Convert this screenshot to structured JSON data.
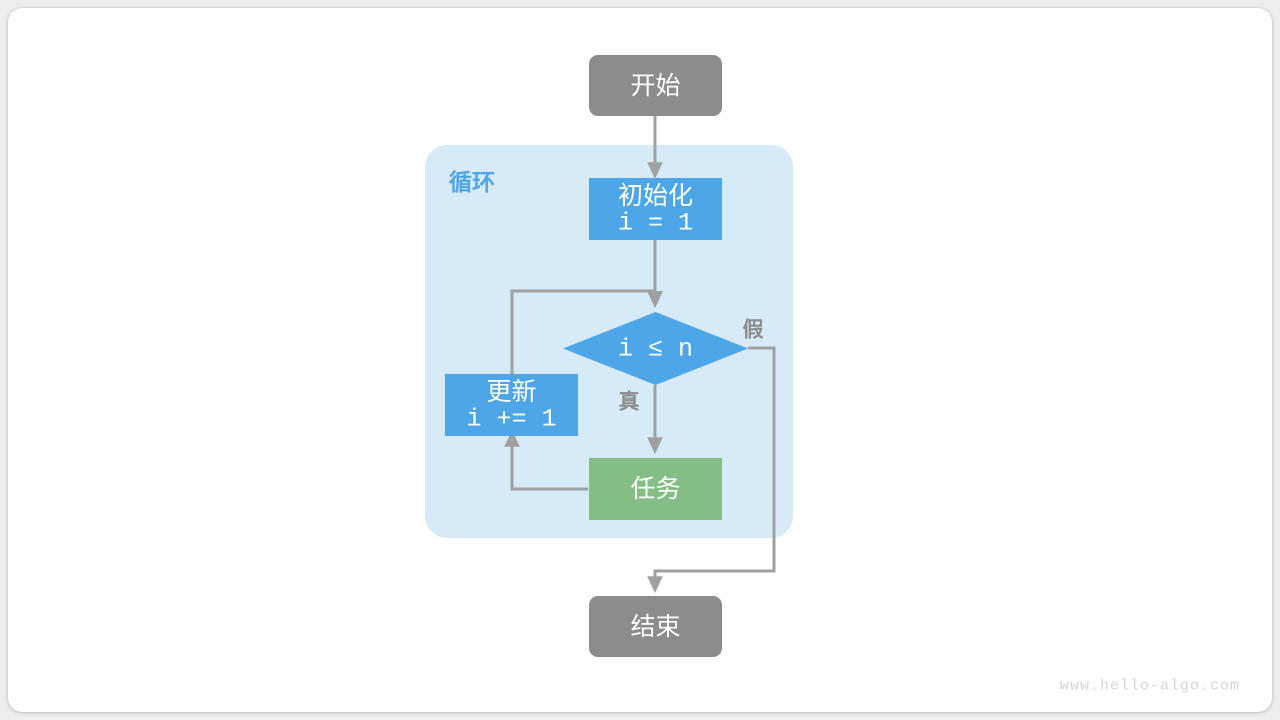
{
  "diagram": {
    "title": "for-loop-flowchart",
    "watermark": "www.hello-algo.com",
    "colors": {
      "start_end_fill": "#8C8C8C",
      "process_fill": "#4CA6E8",
      "task_fill": "#84BD85",
      "loop_container_fill": "#D7EAF8",
      "edge_stroke": "#a0a0a0",
      "group_label_color": "#4CA6E8",
      "canvas_bg": "#ffffff",
      "page_bg": "#eeeeee"
    },
    "group": {
      "label": "循环"
    },
    "nodes": {
      "start": {
        "label": "开始",
        "shape": "rounded-rect"
      },
      "init": {
        "label_line1": "初始化",
        "label_line2": "i = 1",
        "shape": "rect"
      },
      "condition": {
        "label": "i ≤ n",
        "shape": "diamond"
      },
      "update": {
        "label_line1": "更新",
        "label_line2": "i += 1",
        "shape": "rect"
      },
      "task": {
        "label": "任务",
        "shape": "rect"
      },
      "end": {
        "label": "结束",
        "shape": "rounded-rect"
      }
    },
    "edges": {
      "true_label": "真",
      "false_label": "假"
    }
  }
}
